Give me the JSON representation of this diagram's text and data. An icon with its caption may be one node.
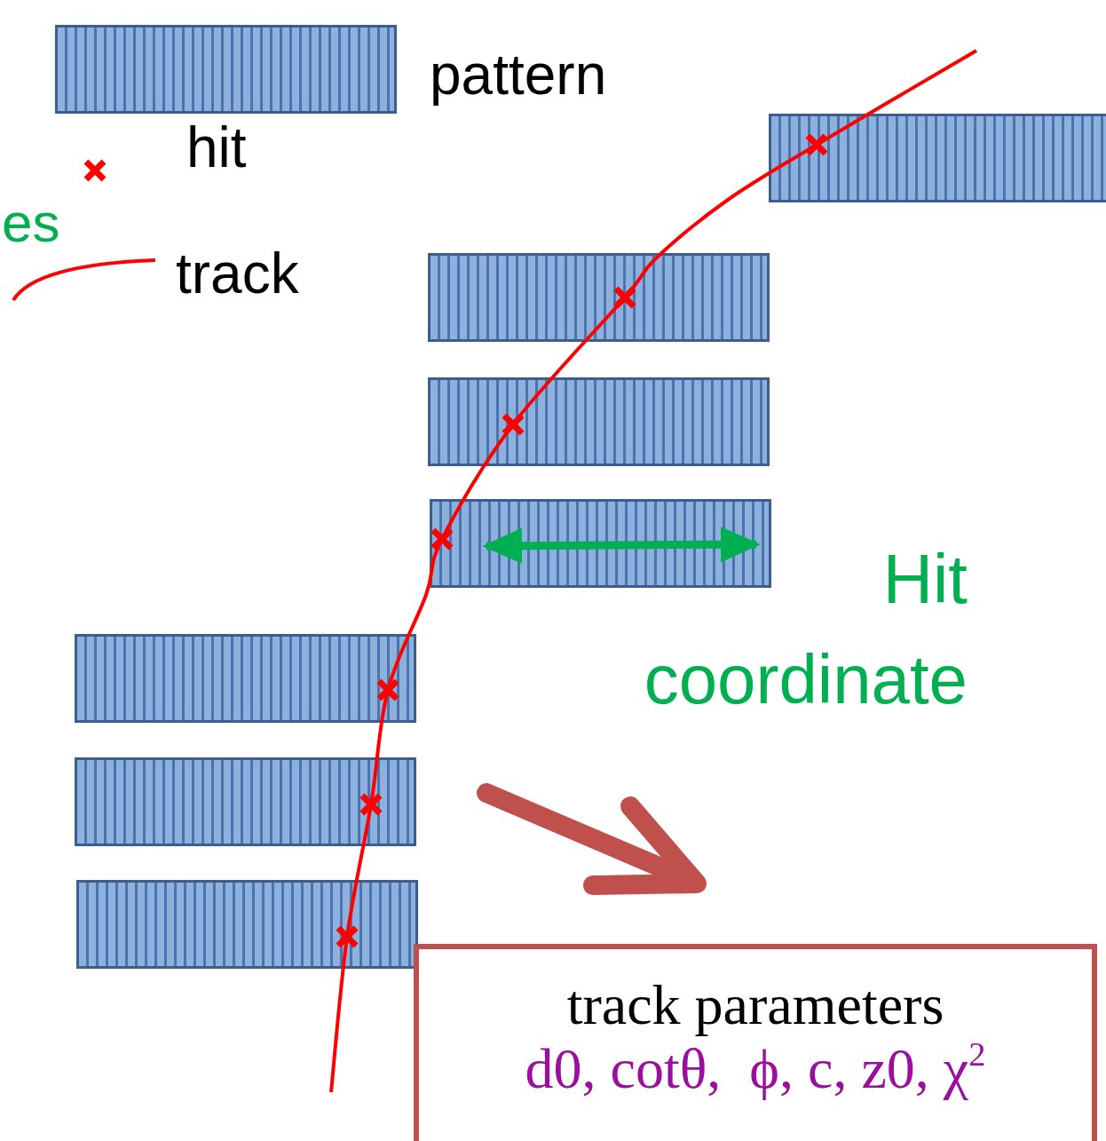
{
  "diagram": {
    "nodes": [
      {
        "text": [
          "track parameters",
          "d0, cotθ,  ϕ, c, z0, χ$^{2}$"
        ]
      }
    ],
    "labels": [
      "es",
      "Hit coordinate"
    ],
    "legend": [
      {
        "text": "pattern"
      },
      {
        "text": "hit"
      },
      {
        "text": "track"
      }
    ]
  }
}
